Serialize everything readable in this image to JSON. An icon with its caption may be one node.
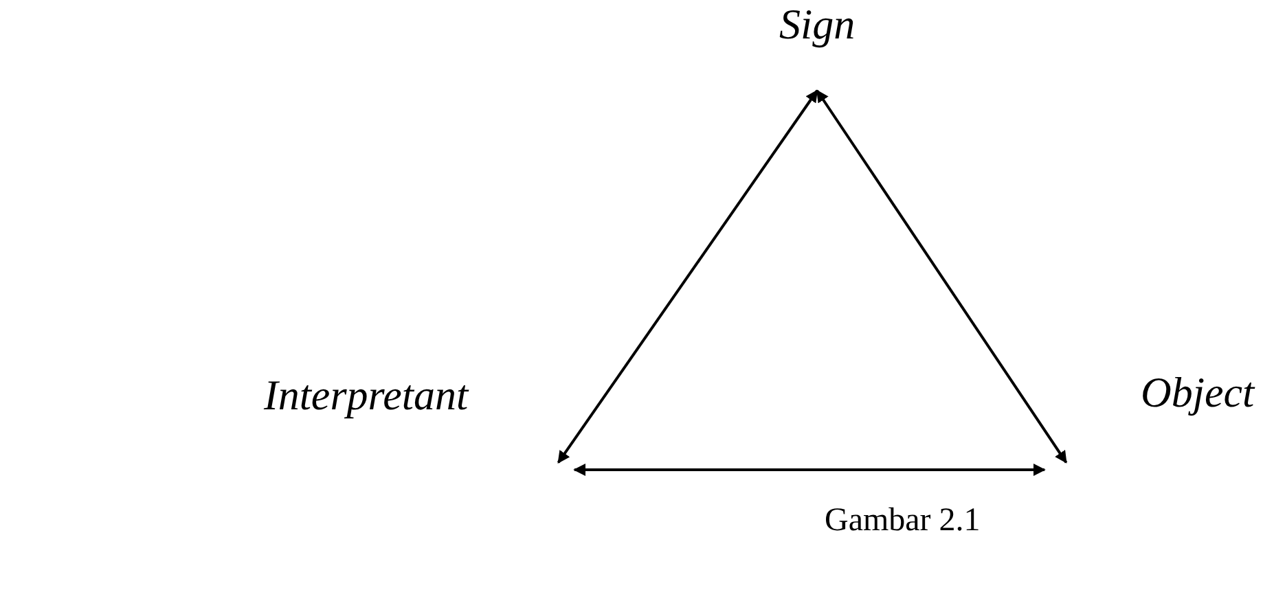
{
  "diagram": {
    "caption": "Gambar 2.1",
    "nodes": [
      {
        "text": [
          "Sign"
        ]
      },
      {
        "text": [
          "Interpretant"
        ]
      },
      {
        "text": [
          "Object"
        ]
      }
    ],
    "edges": [
      {
        "from": 0,
        "to": 1,
        "arrow": "both"
      },
      {
        "from": 0,
        "to": 2,
        "arrow": "both"
      },
      {
        "from": 1,
        "to": 2,
        "arrow": "both"
      }
    ]
  }
}
